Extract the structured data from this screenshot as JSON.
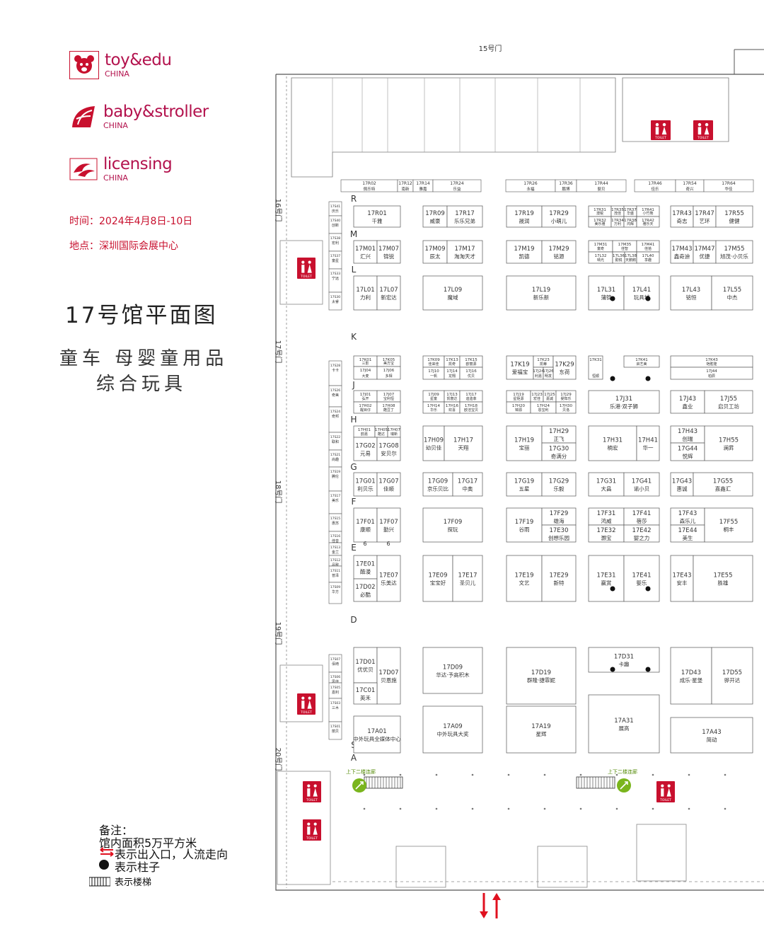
{
  "logos": [
    {
      "main": "toy&edu",
      "sub": "CHINA",
      "icon": "teddy-bear-icon"
    },
    {
      "main": "baby&stroller",
      "sub": "CHINA",
      "icon": "stroller-icon"
    },
    {
      "main": "licensing",
      "sub": "CHINA",
      "icon": "licensing-swirl-icon"
    }
  ],
  "info": {
    "time": "时间：2024年4月8日-10日",
    "venue": "地点：深圳国际会展中心"
  },
  "title": "17号馆平面图",
  "subtitle1": "童车 母婴童用品",
  "subtitle2": "综合玩具",
  "legend": {
    "heading": "备注：",
    "area": "馆内面积5万平方米",
    "entrance": "表示出入口，人流走向",
    "pillar": "表示柱子",
    "stairs": "表示楼梯"
  },
  "colors": {
    "accent": "#c8102e",
    "brand": "#b3124d",
    "escalator": "#7ab51d"
  },
  "gates": [
    "15号门",
    "16号门",
    "17号门",
    "18号门",
    "19号门",
    "20号门"
  ],
  "row_letters": [
    "R",
    "M",
    "L",
    "K",
    "J",
    "H",
    "G",
    "F",
    "E",
    "D",
    "S",
    "A"
  ],
  "escalator_label": "上下二楼连廊",
  "toilet_label": "TOILET",
  "west_booths": [
    {
      "id": "17S41",
      "name": "庆乐"
    },
    {
      "id": "17S40",
      "name": "创新"
    },
    {
      "id": "17S38",
      "name": "宏利"
    },
    {
      "id": "17S37",
      "name": "童星"
    },
    {
      "id": "17S33",
      "name": "宁远"
    },
    {
      "id": "17S30",
      "name": "太睿"
    },
    {
      "id": "17S28",
      "name": "卡卡"
    },
    {
      "id": "17S26",
      "name": "奇美"
    },
    {
      "id": "17S24",
      "name": "奇邦"
    },
    {
      "id": "17S22",
      "name": "联和"
    },
    {
      "id": "17S21",
      "name": "尚趣"
    },
    {
      "id": "17S19",
      "name": "腾伦"
    },
    {
      "id": "17S17",
      "name": "美乐"
    },
    {
      "id": "17S15",
      "name": "惠苏"
    },
    {
      "id": "17S16",
      "name": "佳音"
    },
    {
      "id": "17S13",
      "name": "金兰"
    },
    {
      "id": "17S12",
      "name": "品致"
    },
    {
      "id": "17S11",
      "name": "普泽"
    },
    {
      "id": "17S09",
      "name": "华方"
    },
    {
      "id": "17S07",
      "name": "佰琦"
    },
    {
      "id": "17S06",
      "name": "思佳"
    },
    {
      "id": "17S05",
      "name": "嘉利"
    },
    {
      "id": "17S03",
      "name": "三木"
    },
    {
      "id": "17S01",
      "name": "丽贝"
    }
  ],
  "top_booths": [
    {
      "id": "17R02",
      "name": "佩乐特"
    },
    {
      "id": "17R12",
      "name": "南新"
    },
    {
      "id": "17R14",
      "name": "雅嘉"
    },
    {
      "id": "17R24",
      "name": "乐益"
    },
    {
      "id": "17R26",
      "name": "永福"
    },
    {
      "id": "17R36",
      "name": "鹏博"
    },
    {
      "id": "17R44",
      "name": "婴贝"
    },
    {
      "id": "17R46",
      "name": "佳乐"
    },
    {
      "id": "17R54",
      "name": "奇兴"
    },
    {
      "id": "17R64",
      "name": "华佳"
    }
  ],
  "booths": [
    {
      "id": "17R01",
      "name": "千雅"
    },
    {
      "id": "17R09",
      "name": "威豪"
    },
    {
      "id": "17R17",
      "name": "乐乐兄弟"
    },
    {
      "id": "17R19",
      "name": "晟润"
    },
    {
      "id": "17R29",
      "name": "小萌儿"
    },
    {
      "id": "17R31",
      "name": "澳锐"
    },
    {
      "id": "17R35",
      "name": "茂佳"
    },
    {
      "id": "17R37",
      "name": "华盛"
    },
    {
      "id": "17R41",
      "name": "小竹熊"
    },
    {
      "id": "17R32",
      "name": "美乐雅"
    },
    {
      "id": "17R34",
      "name": "万利"
    },
    {
      "id": "17R38",
      "name": "鸿辉"
    },
    {
      "id": "17R42",
      "name": "雅乐天"
    },
    {
      "id": "17R43",
      "name": "奇志"
    },
    {
      "id": "17R47",
      "name": "艺环"
    },
    {
      "id": "17R55",
      "name": "健健"
    },
    {
      "id": "17M01",
      "name": "汇兴"
    },
    {
      "id": "17M07",
      "name": "锦锐"
    },
    {
      "id": "17M09",
      "name": "辰太"
    },
    {
      "id": "17M17",
      "name": "淘淘天才"
    },
    {
      "id": "17M19",
      "name": "凯德"
    },
    {
      "id": "17M29",
      "name": "铭源"
    },
    {
      "id": "17M31",
      "name": "童奇"
    },
    {
      "id": "17M35",
      "name": "佳智"
    },
    {
      "id": "17M41",
      "name": "佳拾"
    },
    {
      "id": "17L32",
      "name": "晴光"
    },
    {
      "id": "17L36",
      "name": "勤锐"
    },
    {
      "id": "17L38",
      "name": "天鹏鹅"
    },
    {
      "id": "17L40",
      "name": "享趣"
    },
    {
      "id": "17M43",
      "name": "鑫奇迪"
    },
    {
      "id": "17M47",
      "name": "优捷"
    },
    {
      "id": "17M55",
      "name": "旭茂·小贝乐"
    },
    {
      "id": "17L01",
      "name": "力利"
    },
    {
      "id": "17L07",
      "name": "新宏达"
    },
    {
      "id": "17L09",
      "name": "魔域"
    },
    {
      "id": "17L19",
      "name": "新乐新"
    },
    {
      "id": "17L31",
      "name": "蒲锦"
    },
    {
      "id": "17L41",
      "name": "玩具城"
    },
    {
      "id": "17L43",
      "name": "铭恒"
    },
    {
      "id": "17L55",
      "name": "中杰"
    },
    {
      "id": "17K01",
      "name": "三影"
    },
    {
      "id": "17K05",
      "name": "美方宝"
    },
    {
      "id": "17J04",
      "name": "大麦"
    },
    {
      "id": "17J06",
      "name": "多相"
    },
    {
      "id": "17K09",
      "name": "佳来佳"
    },
    {
      "id": "17K13",
      "name": "凯奇"
    },
    {
      "id": "17K15",
      "name": "欧丽源"
    },
    {
      "id": "17J10",
      "name": "一帆"
    },
    {
      "id": "17J14",
      "name": "龙翔"
    },
    {
      "id": "17J16",
      "name": "优贝"
    },
    {
      "id": "17K19",
      "name": "爱福宝"
    },
    {
      "id": "17K23",
      "name": "凯蒂"
    },
    {
      "id": "17K29",
      "name": "东荷"
    },
    {
      "id": "17J24",
      "name": "利嘉"
    },
    {
      "id": "17J26",
      "name": "明发"
    },
    {
      "id": "17K31",
      "name": "恒顺"
    },
    {
      "id": "17K41",
      "name": "启艺美"
    },
    {
      "id": "17K43",
      "name": "铠胜隆"
    },
    {
      "id": "17J44",
      "name": "柏辰"
    },
    {
      "id": "17J01",
      "name": "弘开"
    },
    {
      "id": "17J07",
      "name": "宝利恒"
    },
    {
      "id": "17H02",
      "name": "醒目仔"
    },
    {
      "id": "17H08",
      "name": "酷豆丁"
    },
    {
      "id": "17J09",
      "name": "星童"
    },
    {
      "id": "17J13",
      "name": "凯丽达"
    },
    {
      "id": "17J17",
      "name": "迪迪菲"
    },
    {
      "id": "17H14",
      "name": "华乐"
    },
    {
      "id": "17H16",
      "name": "欢喜"
    },
    {
      "id": "17H18",
      "name": "欧洁宝贝"
    },
    {
      "id": "17J19",
      "name": "星钜源"
    },
    {
      "id": "17J23",
      "name": "宏佳"
    },
    {
      "id": "17J25",
      "name": "嘉诚"
    },
    {
      "id": "17J29",
      "name": "婴知乐"
    },
    {
      "id": "17H20",
      "name": "锦源"
    },
    {
      "id": "17H24",
      "name": "恩宝利"
    },
    {
      "id": "17H30",
      "name": "贝洛"
    },
    {
      "id": "17J31",
      "name": "乐港·双子狮"
    },
    {
      "id": "17J43",
      "name": "鑫业"
    },
    {
      "id": "17J55",
      "name": "启贝工坊"
    },
    {
      "id": "17H01",
      "name": "韵嘉"
    },
    {
      "id": "17H05",
      "name": "酷达"
    },
    {
      "id": "17H07",
      "name": "瑞新"
    },
    {
      "id": "17G02",
      "name": "元易"
    },
    {
      "id": "17G08",
      "name": "安贝尔"
    },
    {
      "id": "17H09",
      "name": "幼贝佳"
    },
    {
      "id": "17H17",
      "name": "天翔"
    },
    {
      "id": "17H19",
      "name": "宝丽"
    },
    {
      "id": "17H29",
      "name": "正飞"
    },
    {
      "id": "17G30",
      "name": "奇满分"
    },
    {
      "id": "17H31",
      "name": "楠宏"
    },
    {
      "id": "17H41",
      "name": "华一"
    },
    {
      "id": "17H43",
      "name": "创瑞"
    },
    {
      "id": "17G44",
      "name": "悦辉"
    },
    {
      "id": "17H55",
      "name": "澜昇"
    },
    {
      "id": "17G01",
      "name": "利贝乐"
    },
    {
      "id": "17G07",
      "name": "佳顺"
    },
    {
      "id": "17G09",
      "name": "京乐贝比"
    },
    {
      "id": "17G17",
      "name": "中奥"
    },
    {
      "id": "17G19",
      "name": "五星"
    },
    {
      "id": "17G29",
      "name": "乐毅"
    },
    {
      "id": "17G31",
      "name": "大昌"
    },
    {
      "id": "17G41",
      "name": "诺小贝"
    },
    {
      "id": "17G43",
      "name": "惠诚"
    },
    {
      "id": "17G55",
      "name": "嘉鑫汇"
    },
    {
      "id": "17F01",
      "name": "康顺"
    },
    {
      "id": "17F07",
      "name": "勤兴"
    },
    {
      "id": "17F09",
      "name": "探玩"
    },
    {
      "id": "17F19",
      "name": "谷雨"
    },
    {
      "id": "17F29",
      "name": "雄海"
    },
    {
      "id": "17E30",
      "name": "创想乐园"
    },
    {
      "id": "17F31",
      "name": "鸿威"
    },
    {
      "id": "17F41",
      "name": "蓓莎"
    },
    {
      "id": "17E32",
      "name": "灏宝"
    },
    {
      "id": "17E42",
      "name": "婴之力"
    },
    {
      "id": "17F43",
      "name": "森乐儿"
    },
    {
      "id": "17E44",
      "name": "美生"
    },
    {
      "id": "17F55",
      "name": "桐丰"
    },
    {
      "id": "17E01",
      "name": "酷漫"
    },
    {
      "id": "17D02",
      "name": "必酷"
    },
    {
      "id": "17E07",
      "name": "乐美达"
    },
    {
      "id": "17E09",
      "name": "宝宝好"
    },
    {
      "id": "17E17",
      "name": "圣贝儿"
    },
    {
      "id": "17E19",
      "name": "文艺"
    },
    {
      "id": "17E29",
      "name": "新特"
    },
    {
      "id": "17E31",
      "name": "赢赏"
    },
    {
      "id": "17E41",
      "name": "婴乐"
    },
    {
      "id": "17E43",
      "name": "安丰"
    },
    {
      "id": "17E55",
      "name": "胜雄"
    },
    {
      "id": "17D01",
      "name": "优优贝"
    },
    {
      "id": "17D07",
      "name": "贝恩施"
    },
    {
      "id": "17C01",
      "name": "英禾"
    },
    {
      "id": "17D09",
      "name": "华达·予高积木"
    },
    {
      "id": "17D19",
      "name": "群隆·捷霏妮"
    },
    {
      "id": "17D31",
      "name": "卡趣"
    },
    {
      "id": "17D43",
      "name": "成乐·星堡"
    },
    {
      "id": "17D55",
      "name": "骅开达"
    },
    {
      "id": "17A01",
      "name": "中外玩具全媒体中心"
    },
    {
      "id": "17A09",
      "name": "中外玩具大奖"
    },
    {
      "id": "17A19",
      "name": "星辉"
    },
    {
      "id": "17A31",
      "name": "展高"
    },
    {
      "id": "17A43",
      "name": "简动"
    }
  ],
  "pillar_numbers": [
    "6",
    "6"
  ]
}
